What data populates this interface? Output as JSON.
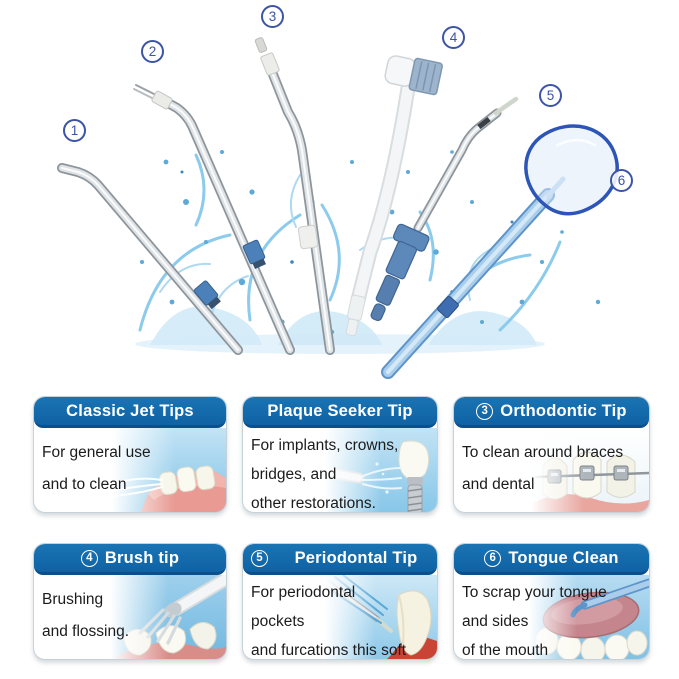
{
  "colors": {
    "header_blue": "#0f62a4",
    "header_border_blue": "#0b4f8d",
    "marker_navy": "#3c54a4",
    "body_text": "#1b1b1b",
    "collar_blue": "#4b80b8",
    "tongue_cleaner_blue": "#2d55b8",
    "water_blue": "#7cc0e4"
  },
  "hero": {
    "description-icon": "water-flosser-tips-fanned-with-water-splash",
    "markers": [
      {
        "label": "1"
      },
      {
        "label": "2"
      },
      {
        "label": "3"
      },
      {
        "label": "4"
      },
      {
        "label": "5"
      },
      {
        "label": "6"
      }
    ]
  },
  "cards": [
    {
      "number": "",
      "title": "Classic Jet Tips",
      "lines": [
        "For general use",
        "and to clean"
      ],
      "illustration": "teeth-water-jet"
    },
    {
      "number": "",
      "title": "Plaque Seeker Tip",
      "lines": [
        "For implants, crowns,",
        "bridges, and",
        "other restorations."
      ],
      "illustration": "implant-water-jet"
    },
    {
      "number": "3",
      "title": "Orthodontic Tip",
      "lines": [
        "To clean around braces",
        "and dental"
      ],
      "illustration": "braces-on-teeth"
    },
    {
      "number": "4",
      "title": "Brush tip",
      "lines": [
        "Brushing",
        "and flossing."
      ],
      "illustration": "brush-on-teeth"
    },
    {
      "number": "5",
      "title": "Periodontal Tip",
      "lines": [
        "For periodontal",
        "pockets",
        "and furcations this soft"
      ],
      "illustration": "periodontal-tip-on-tooth"
    },
    {
      "number": "6",
      "title": "Tongue Clean",
      "lines": [
        "To scrap your tongue",
        "and sides",
        "of the mouth"
      ],
      "illustration": "tongue-cleaner-on-tongue"
    }
  ]
}
